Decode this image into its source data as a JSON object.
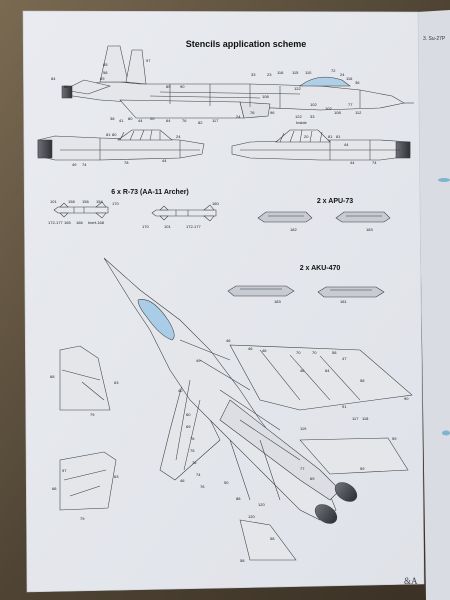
{
  "sheet": {
    "title": "Stencils application scheme",
    "side_sheet_fragment": "3. Su-27P",
    "corner_logo": "&A"
  },
  "sections": {
    "missiles": "6 x R-73 (AA-11 Archer)",
    "pylons": "2 x APU-73",
    "launchers": "2 x AKU-470"
  },
  "side_view": {
    "labels_top": [
      "97",
      "85",
      "58",
      "33",
      "23",
      "116",
      "115",
      "110",
      "72",
      "24",
      "116",
      "36"
    ],
    "labels_left": [
      "84",
      "82",
      "89",
      "89",
      "90"
    ],
    "labels_mid": [
      "108",
      "122",
      "102",
      "102",
      "77"
    ],
    "labels_bottom": [
      "38",
      "41",
      "80",
      "44",
      "20",
      "64",
      "76",
      "82",
      "117",
      "24",
      "76",
      "96",
      "122",
      "33",
      "108",
      "112"
    ],
    "label_inside": "Inside"
  },
  "engine_views": {
    "left_labels": [
      "81",
      "80",
      "24",
      "44",
      "49",
      "74",
      "78"
    ],
    "right_labels": [
      "81",
      "81",
      "20",
      "44",
      "44",
      "74"
    ]
  },
  "r73": {
    "labels_left": [
      "101",
      "158",
      "156",
      "154",
      "170",
      "172-177",
      "165",
      "166",
      "Inert-168"
    ],
    "labels_right": [
      "160",
      "170",
      "101",
      "172-177"
    ]
  },
  "apu73": {
    "labels": [
      "182",
      "183"
    ]
  },
  "aku470": {
    "labels": [
      "183",
      "181"
    ]
  },
  "planform": {
    "labels_top": [
      "46",
      "46",
      "46",
      "70",
      "70",
      "58",
      "47",
      "46",
      "64",
      "58"
    ],
    "labels_left": [
      "49",
      "40",
      "60",
      "69",
      "76",
      "75",
      "76",
      "74",
      "76"
    ],
    "labels_right": [
      "90",
      "91",
      "117",
      "118",
      "119",
      "120",
      "77",
      "69",
      "59"
    ],
    "labels_bottom": [
      "59",
      "58",
      "88",
      "120",
      "58",
      "50",
      "46"
    ]
  },
  "fin_top": {
    "labels": [
      "68",
      "63",
      "79"
    ]
  },
  "fin_bottom": {
    "labels": [
      "97",
      "68",
      "63",
      "79"
    ]
  }
}
